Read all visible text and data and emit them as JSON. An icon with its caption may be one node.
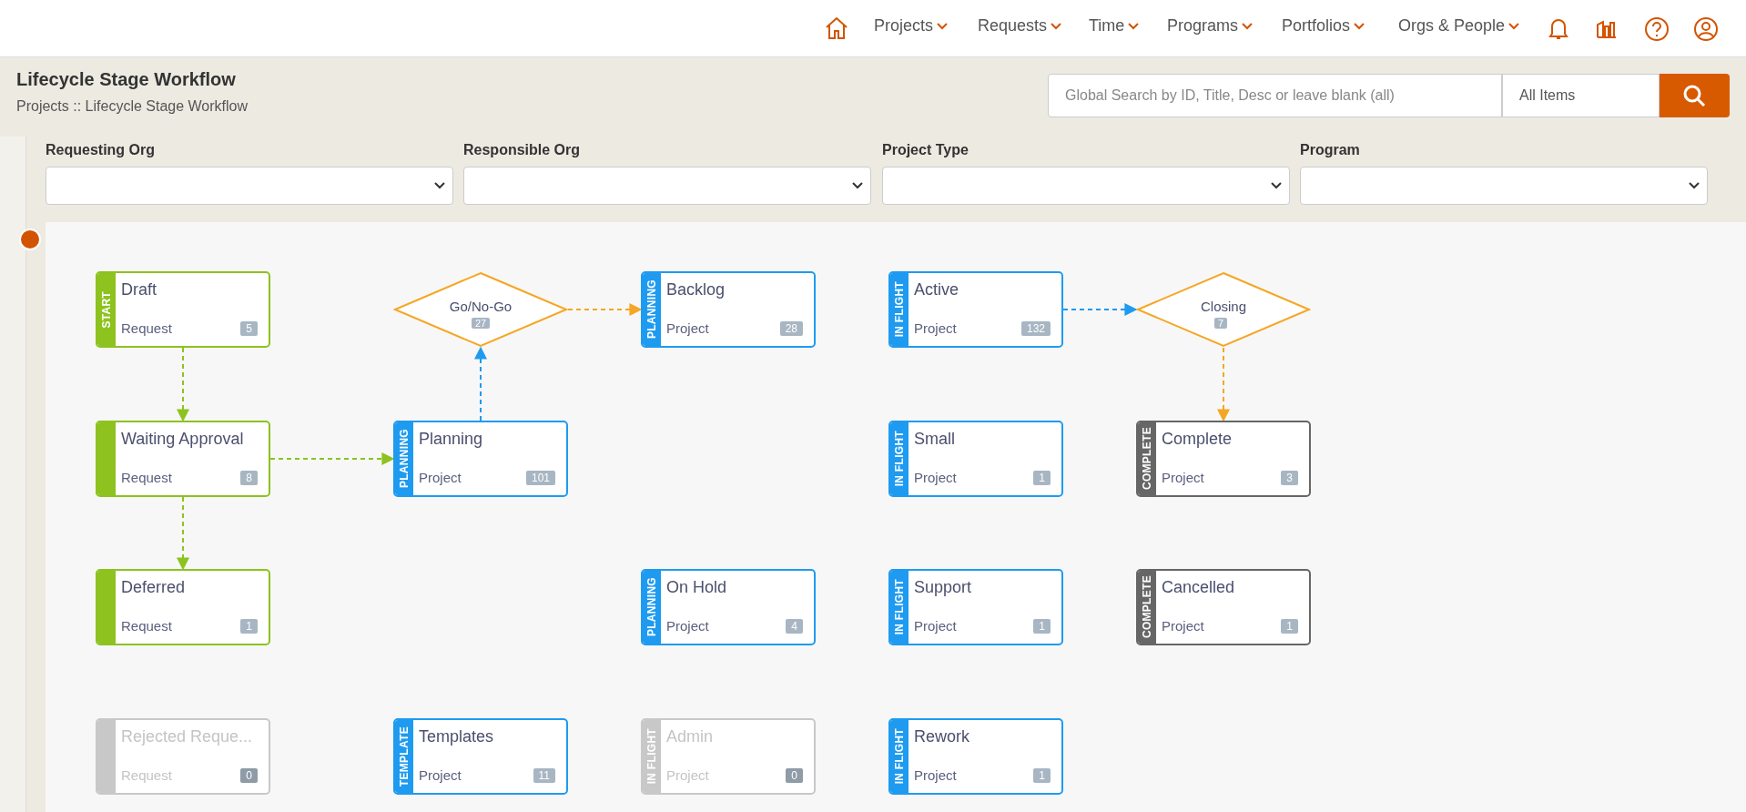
{
  "diagram": {
    "title": "Lifecycle Stage Workflow",
    "nodes": [
      {
        "text": [
          "START",
          "Draft",
          "Request",
          "5"
        ]
      },
      {
        "text": [
          "Go/No-Go",
          "27"
        ]
      },
      {
        "text": [
          "PLANNING",
          "Backlog",
          "Project",
          "28"
        ]
      },
      {
        "text": [
          "IN FLIGHT",
          "Active",
          "Project",
          "132"
        ]
      },
      {
        "text": [
          "Closing",
          "7"
        ]
      },
      {
        "text": [
          "Waiting Approval",
          "Request",
          "8"
        ]
      },
      {
        "text": [
          "PLANNING",
          "Planning",
          "Project",
          "101"
        ]
      },
      {
        "text": [
          "IN FLIGHT",
          "Small",
          "Project",
          "1"
        ]
      },
      {
        "text": [
          "COMPLETE",
          "Complete",
          "Project",
          "3"
        ]
      },
      {
        "text": [
          "Deferred",
          "Request",
          "1"
        ]
      },
      {
        "text": [
          "PLANNING",
          "On Hold",
          "Project",
          "4"
        ]
      },
      {
        "text": [
          "IN FLIGHT",
          "Support",
          "Project",
          "1"
        ]
      },
      {
        "text": [
          "COMPLETE",
          "Cancelled",
          "Project",
          "1"
        ]
      },
      {
        "text": [
          "Rejected Reque...",
          "Request",
          "0"
        ]
      },
      {
        "text": [
          "TEMPLATE",
          "Templates",
          "Project",
          "11"
        ]
      },
      {
        "text": [
          "IN FLIGHT",
          "Admin",
          "Project",
          "0"
        ]
      },
      {
        "text": [
          "IN FLIGHT",
          "Rework",
          "Project",
          "1"
        ]
      }
    ],
    "edges": [
      {
        "from": 0,
        "to": 5,
        "arrow": "to",
        "style": "dashed"
      },
      {
        "from": 5,
        "to": 6,
        "arrow": "to",
        "style": "dashed"
      },
      {
        "from": 5,
        "to": 9,
        "arrow": "to",
        "style": "dashed"
      },
      {
        "from": 6,
        "to": 1,
        "arrow": "to",
        "style": "dashed",
        "color": "#1e9bf0"
      },
      {
        "from": 1,
        "to": 2,
        "arrow": "to",
        "style": "dashed",
        "color": "#f5a623"
      },
      {
        "from": 3,
        "to": 4,
        "arrow": "to",
        "style": "dashed",
        "color": "#1e9bf0"
      },
      {
        "from": 4,
        "to": 8,
        "arrow": "to",
        "style": "dashed",
        "color": "#f5a623"
      }
    ],
    "labels": [
      "Projects",
      "Requests",
      "Time",
      "Programs",
      "Portfolios",
      "Orgs & People",
      "Projects :: Lifecycle Stage Workflow",
      "Global Search by ID, Title, Desc or leave blank (all)",
      "All Items",
      "Requesting Org",
      "Responsible Org",
      "Project Type",
      "Program"
    ]
  }
}
